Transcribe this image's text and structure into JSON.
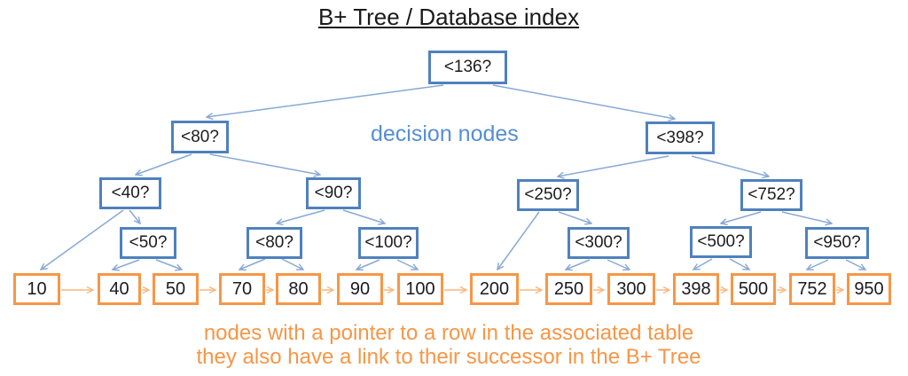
{
  "title": "B+ Tree / Database index",
  "labels": {
    "decision_nodes_caption": "decision nodes",
    "leaf_caption_line1": "nodes with a pointer to a row in the associated table",
    "leaf_caption_line2": "they also have a link to their successor in the B+ Tree"
  },
  "colors": {
    "decision_node_border": "#4f81bd",
    "decision_connector": "#87a9d6",
    "decision_caption_text": "#558ed5",
    "leaf_node_border": "#f79646",
    "leaf_chain_arrow": "#fbb77e",
    "leaf_caption_text": "#f79646",
    "title_text": "#1a1a1a",
    "node_text": "#1c1c1c"
  },
  "tree": {
    "root": "<136?",
    "level2": [
      "<80?",
      "<398?"
    ],
    "level3": [
      "<40?",
      "<90?",
      "<250?",
      "<752?"
    ],
    "level4": [
      "<50?",
      "<80?",
      "<100?",
      "<300?",
      "<500?",
      "<950?"
    ],
    "leaves": [
      "10",
      "40",
      "50",
      "70",
      "80",
      "90",
      "100",
      "200",
      "250",
      "300",
      "398",
      "500",
      "752",
      "950"
    ]
  }
}
